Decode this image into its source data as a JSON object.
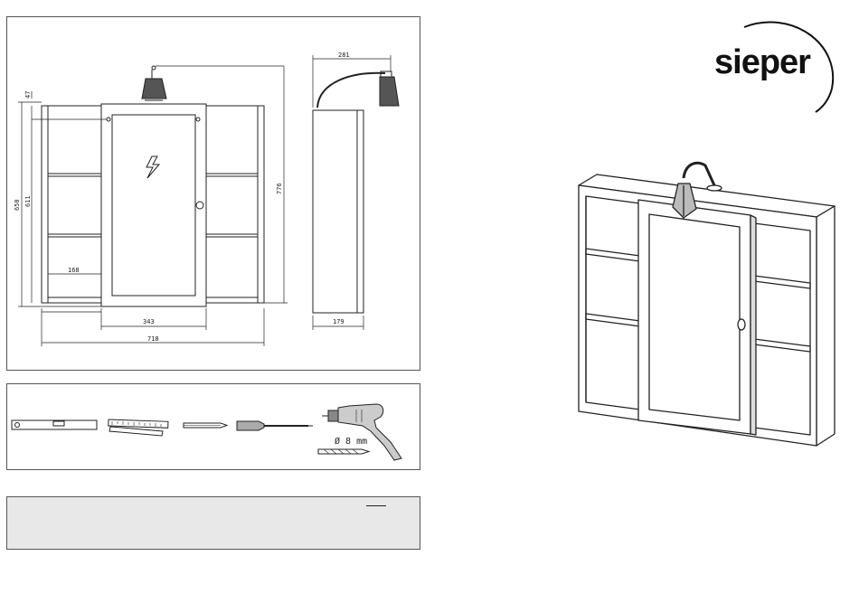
{
  "brand": {
    "name": "sieper"
  },
  "dimensions": {
    "front": {
      "total_width": "718",
      "door_width": "343",
      "shelf_width": "168",
      "total_height": "776",
      "body_height": "650",
      "inner_height": "611",
      "top_offset": "47"
    },
    "side": {
      "lamp_reach": "281",
      "depth": "179"
    }
  },
  "tools": {
    "drill_bit_label": "Ø 8 mm",
    "items": [
      "spirit-level",
      "folding-ruler",
      "pencil",
      "screwdriver",
      "electric-drill",
      "drill-bit"
    ]
  },
  "colors": {
    "line": "#222222",
    "panel_border": "#555555",
    "note_bg": "#e8e8e8",
    "mirror_fill": "#ffffff",
    "lamp_fill": "#555555"
  }
}
